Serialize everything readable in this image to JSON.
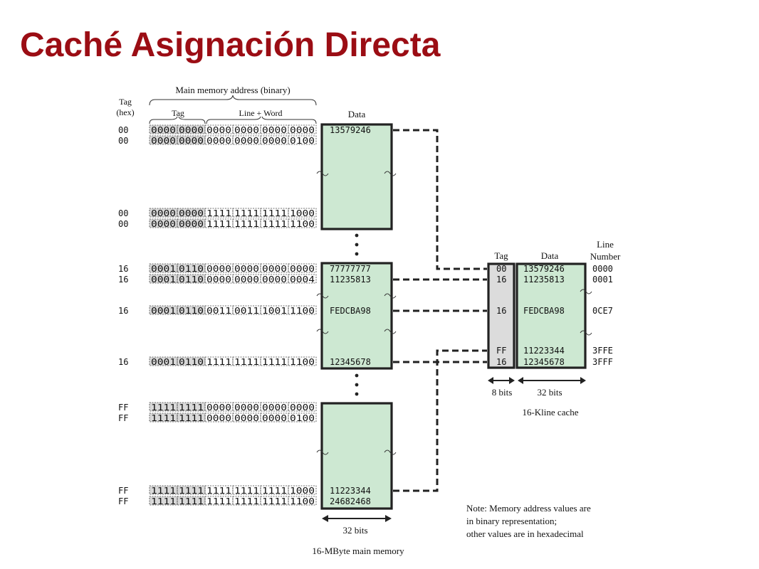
{
  "slide": {
    "title": "Caché Asignación Directa"
  },
  "labels": {
    "tag_hex": [
      "Tag",
      "(hex)"
    ],
    "main_memory_address": "Main memory address (binary)",
    "addr_tag": "Tag",
    "addr_line_word": "Line + Word",
    "data": "Data",
    "main_width": "32 bits",
    "main_caption": "16-MByte main memory",
    "cache_tag": "Tag",
    "cache_data": "Data",
    "line_number": [
      "Line",
      "Number"
    ],
    "tag_width": "8 bits",
    "data_width": "32 bits",
    "cache_caption": "16-Kline cache",
    "note": [
      "Note: Memory address values are",
      "in binary representation;",
      "other values are in hexadecimal"
    ]
  },
  "memory_rows": [
    {
      "tag": "00",
      "bits": [
        "0000",
        "0000",
        "0000",
        "0000",
        "0000",
        "0000"
      ],
      "data": "13579246"
    },
    {
      "tag": "00",
      "bits": [
        "0000",
        "0000",
        "0000",
        "0000",
        "0000",
        "0100"
      ],
      "data": ""
    },
    {
      "tag": "00",
      "bits": [
        "0000",
        "0000",
        "1111",
        "1111",
        "1111",
        "1000"
      ],
      "data": ""
    },
    {
      "tag": "00",
      "bits": [
        "0000",
        "0000",
        "1111",
        "1111",
        "1111",
        "1100"
      ],
      "data": ""
    },
    {
      "tag": "16",
      "bits": [
        "0001",
        "0110",
        "0000",
        "0000",
        "0000",
        "0000"
      ],
      "data": "77777777"
    },
    {
      "tag": "16",
      "bits": [
        "0001",
        "0110",
        "0000",
        "0000",
        "0000",
        "0004"
      ],
      "data": "11235813"
    },
    {
      "tag": "16",
      "bits": [
        "0001",
        "0110",
        "0011",
        "0011",
        "1001",
        "1100"
      ],
      "data": "FEDCBA98"
    },
    {
      "tag": "16",
      "bits": [
        "0001",
        "0110",
        "1111",
        "1111",
        "1111",
        "1100"
      ],
      "data": "12345678"
    },
    {
      "tag": "FF",
      "bits": [
        "1111",
        "1111",
        "0000",
        "0000",
        "0000",
        "0000"
      ],
      "data": ""
    },
    {
      "tag": "FF",
      "bits": [
        "1111",
        "1111",
        "0000",
        "0000",
        "0000",
        "0100"
      ],
      "data": ""
    },
    {
      "tag": "FF",
      "bits": [
        "1111",
        "1111",
        "1111",
        "1111",
        "1111",
        "1000"
      ],
      "data": "11223344"
    },
    {
      "tag": "FF",
      "bits": [
        "1111",
        "1111",
        "1111",
        "1111",
        "1111",
        "1100"
      ],
      "data": "24682468"
    }
  ],
  "cache_rows": [
    {
      "tag": "00",
      "data": "13579246",
      "line": "0000"
    },
    {
      "tag": "16",
      "data": "11235813",
      "line": "0001"
    },
    {
      "tag": "16",
      "data": "FEDCBA98",
      "line": "0CE7"
    },
    {
      "tag": "FF",
      "data": "11223344",
      "line": "3FFE"
    },
    {
      "tag": "16",
      "data": "12345678",
      "line": "3FFF"
    }
  ]
}
